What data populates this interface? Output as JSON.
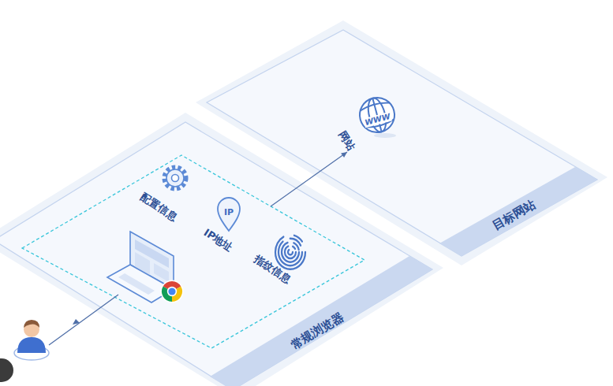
{
  "diagram": {
    "nodes": [
      {
        "text": [
          "常规浏览器"
        ]
      },
      {
        "text": [
          "目标网站"
        ]
      },
      {
        "text": [
          "网站"
        ],
        "in": 1
      },
      {
        "text": [
          "配置信息"
        ],
        "in": 0
      },
      {
        "text": [
          "IP地址"
        ],
        "in": 0
      },
      {
        "text": [
          "指纹信息"
        ],
        "in": 0
      }
    ],
    "edges": [
      {
        "from": 0,
        "to": 2,
        "arrow": "to"
      }
    ],
    "labels": [
      "IP",
      "WWW"
    ]
  }
}
